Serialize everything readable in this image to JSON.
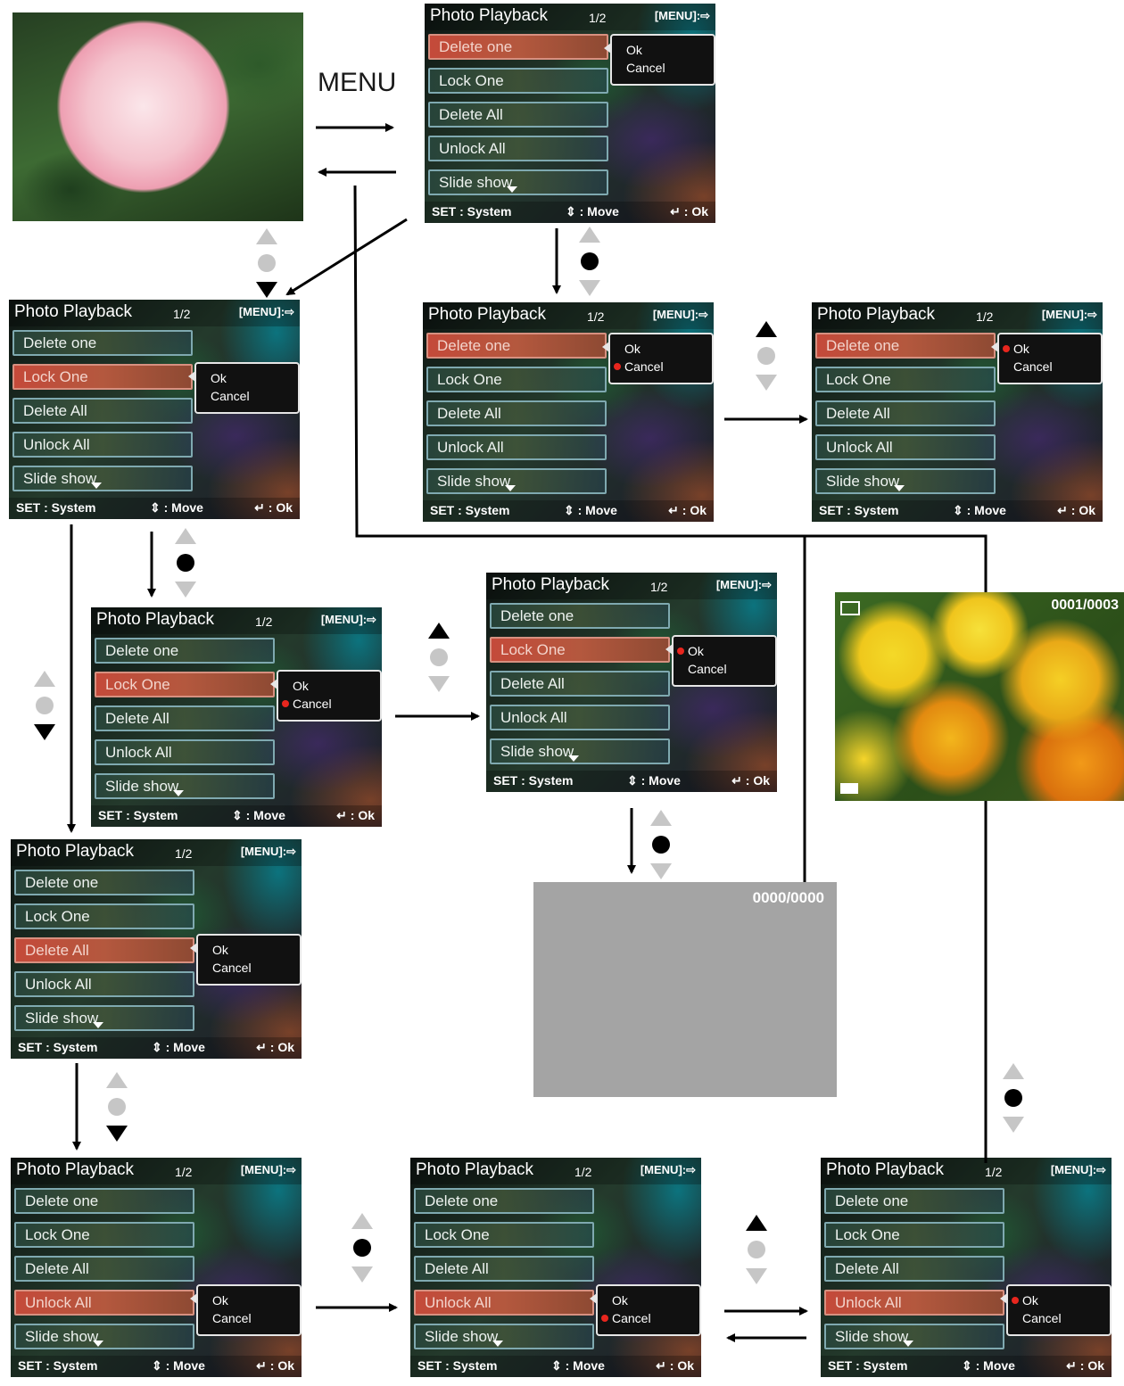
{
  "menu": {
    "title": "Photo Playback",
    "page": "1/2",
    "menu_hint": "[MENU]:⇨",
    "items": [
      "Delete one",
      "Lock One",
      "Delete All",
      "Unlock All",
      "Slide show"
    ],
    "footer": {
      "set": "SET : System",
      "move": "⇕ : Move",
      "ok": "↵ : Ok"
    },
    "options": [
      "Ok",
      "Cancel"
    ]
  },
  "labels": {
    "menu_key": "MENU"
  },
  "photo_counter": "0001/0003",
  "empty_counter": "0000/0000",
  "nav_icons": [
    "up-arrow-icon",
    "center-dot-icon",
    "down-arrow-icon"
  ],
  "screens": [
    {
      "sel": 0,
      "dot": null
    },
    {
      "sel": 0,
      "dot": 1
    },
    {
      "sel": 0,
      "dot": 0
    },
    {
      "sel": 1,
      "dot": null
    },
    {
      "sel": 1,
      "dot": 1
    },
    {
      "sel": 1,
      "dot": 0
    },
    {
      "sel": 2,
      "dot": null
    },
    {
      "sel": 3,
      "dot": null
    },
    {
      "sel": 3,
      "dot": 1
    },
    {
      "sel": 3,
      "dot": 0
    }
  ],
  "colors": {
    "highlight": "#c44a3a",
    "dot": "#e8261e",
    "empty_screen": "#a4a4a4",
    "nav_active": "#000000",
    "nav_inactive": "#c6c6c6"
  }
}
